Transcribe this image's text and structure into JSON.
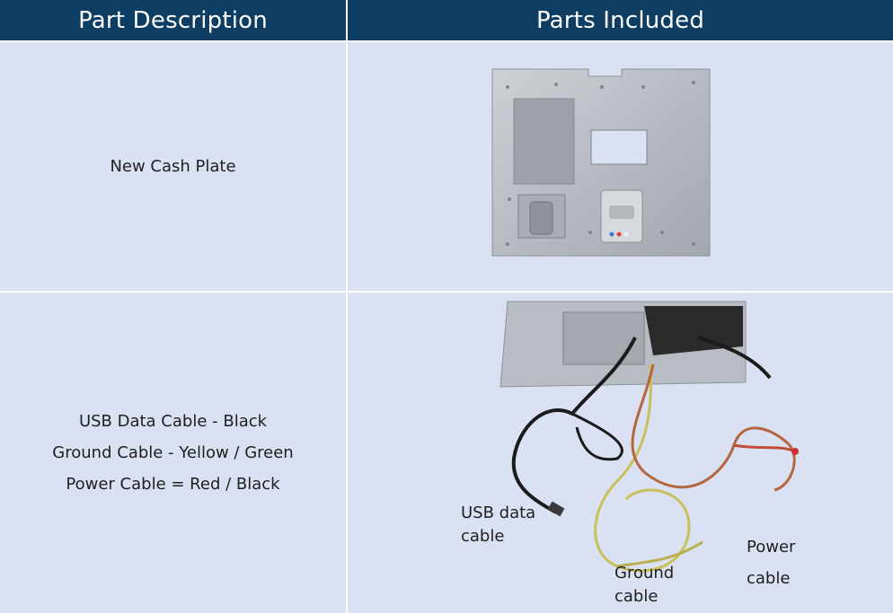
{
  "header": {
    "col1": "Part Description",
    "col2": "Parts Included"
  },
  "rows": [
    {
      "description": [
        "New Cash Plate"
      ],
      "image": "cash-plate-photo"
    },
    {
      "description": [
        "USB Data Cable - Black",
        "Ground Cable - Yellow / Green",
        "Power Cable = Red / Black"
      ],
      "image": "cables-photo",
      "callouts": {
        "usb": [
          "USB data",
          "cable"
        ],
        "ground": [
          "Ground",
          "cable"
        ],
        "power": [
          "Power",
          "cable"
        ]
      }
    }
  ],
  "colors": {
    "header_bg": "#0e3d63",
    "cell_bg": "#d9e1f2",
    "header_text": "#ffffff"
  }
}
